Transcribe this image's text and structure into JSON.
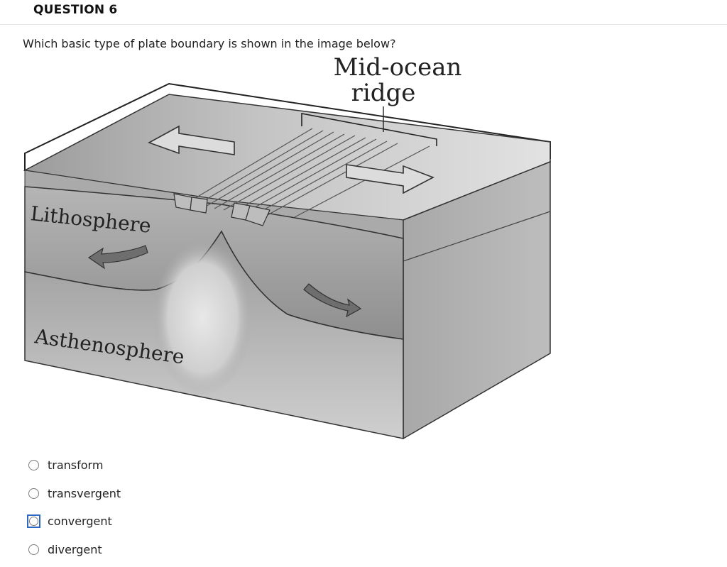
{
  "question": {
    "title": "QUESTION 6",
    "text": "Which basic type of plate boundary is shown in the image below?"
  },
  "figure": {
    "label_ridge_line1": "Mid-ocean",
    "label_ridge_line2": "ridge",
    "label_lithosphere": "Lithosphere",
    "label_asthenosphere": "Asthenosphere"
  },
  "options": [
    {
      "label": "transform",
      "focused": false
    },
    {
      "label": "transvergent",
      "focused": false
    },
    {
      "label": "convergent",
      "focused": true
    },
    {
      "label": "divergent",
      "focused": false
    }
  ]
}
